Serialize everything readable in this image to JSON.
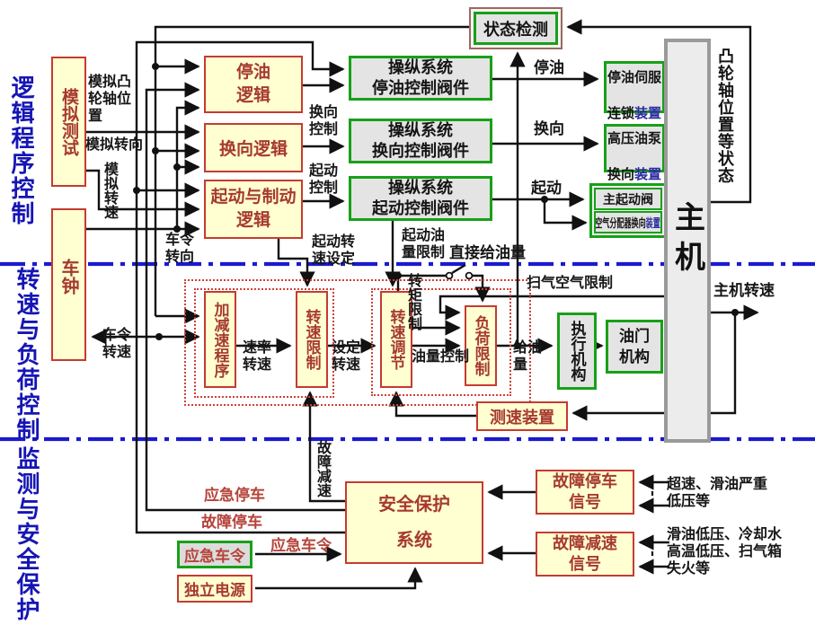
{
  "diagram": {
    "title_implicit": "柴油机遥控系统原理框图",
    "sections": {
      "logic": "逻辑程序控制",
      "speed": "转速与负荷控制",
      "monitor": "监测与安全保护"
    },
    "boxes": {
      "moni_ceshi": "模拟测试",
      "che_zhong": "车钟",
      "tingyou_luoji": "停油\n逻辑",
      "huanxiang_luoji": "换向逻辑",
      "qidong_zhidong_luoji": "起动与制动\n逻辑",
      "zhuangtai_jiance": "状态检测",
      "caozong_tingyou": "操纵系统\n停油控制阀件",
      "caozong_huanxiang": "操纵系统\n换向控制阀件",
      "caozong_qidong": "操纵系统\n起动控制阀件",
      "tingyou_sifu_l1": "停油伺服",
      "tingyou_sifu_l2": "连锁",
      "tingyou_sifu_l2b": "装置",
      "gaoya_youbeng_l1": "高压油泵",
      "gaoya_youbeng_l2": "换向",
      "gaoya_youbeng_l2b": "装置",
      "zhu_qidong_fa": "主起动阀",
      "kongqi_text": "空气分配器换向",
      "kongqi_blue": "装置",
      "zhu_ji": "主机",
      "jiajiansu_chengxu": "加减速程序",
      "zhuansu_xianzhi": "转速限制",
      "zhuansu_tiaojie": "转速调节",
      "fuhe_xianzhi": "负荷限制",
      "zhixing_jigou": "执行机构",
      "youmen_jigou": "油门\n机构",
      "cesu_zhuangzhi": "测速装置",
      "anquan_baohu": "安全保护\n\n系统",
      "guzhang_tingche_xinhao": "故障停车\n信号",
      "guzhang_jiansu_xinhao": "故障减速\n信号",
      "yingji_cheling": "应急车令",
      "duli_dianyuan": "独立电源"
    },
    "labels": {
      "moni_tulun": "模拟凸\n轮轴位\n置",
      "moni_zhuanxiang": "模拟转向",
      "moni_zhuansu": "模拟转速",
      "cheling_zhuanxiang": "车令\n转向",
      "cheling_zhuansu": "车令\n转速",
      "huanxiang_kongzhi": "换向\n控制",
      "qidong_kongzhi": "起动\n控制",
      "qidong_zhuansu_sheding": "起动转\n速设定",
      "qidong_youliang_xianzhi": "起动油\n量限制",
      "zhijie_geiyouliang": "直接给油量",
      "tingyou": "停油",
      "huanxiang": "换向",
      "qidong": "起动",
      "tulunzhou_zhuangtai": "凸轮轴位置等状态",
      "saoqi_xianzhi": "扫气空气限制",
      "zhuji_zhuansu": "主机转速",
      "sulv_zhuansu": "速率\n转速",
      "sheding_zhuansu": "设定\n转速",
      "youliang_kongzhi": "油量控制",
      "zhuanju_xianzhi": "转矩限制",
      "geiyou_liang": "给油\n量",
      "guzhang_jiansu": "故障减速",
      "yingji_tingche": "应急停车",
      "guzhang_tingche": "故障停车",
      "yingji_cheling_line": "应急车令",
      "tingche_causes": "超速、滑油严重\n低压等",
      "jiansu_causes": "滑油低压、冷却水\n高温低压、扫气箱\n失火等"
    },
    "colors": {
      "section_label": "#1515b5",
      "divider": "#1a1ad0",
      "box_yellow": "#ffffd2",
      "box_red_border": "#c53b30",
      "red_text": "#a63a30",
      "green_border": "#18a018",
      "grey_fill": "#e4e4e4",
      "blue_text": "#2a2aa0",
      "wire": "#111111"
    }
  }
}
